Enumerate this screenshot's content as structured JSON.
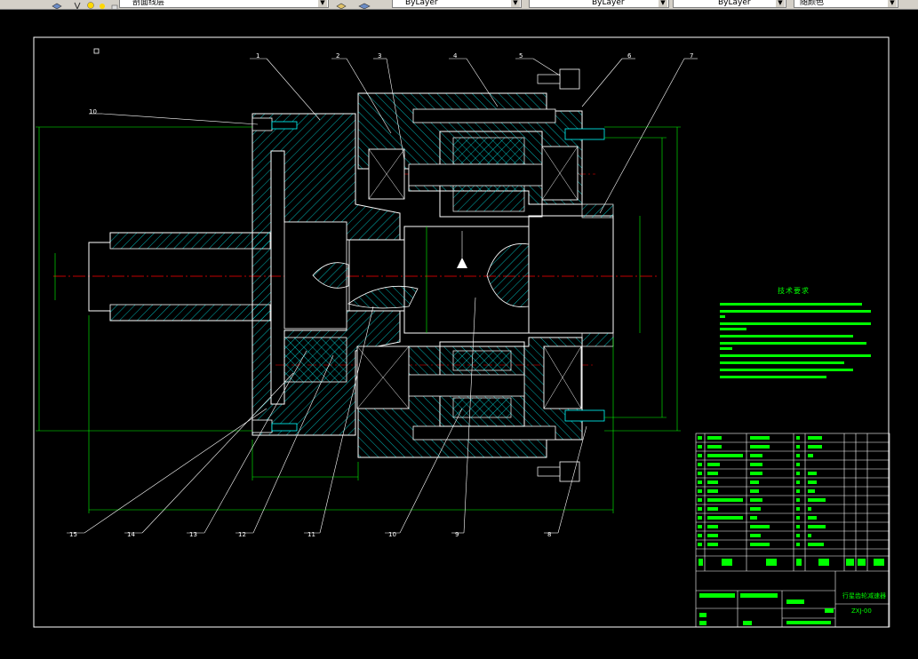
{
  "toolbar": {
    "layer_name": "剖面线层",
    "color_control": "ByLayer",
    "linetype_control": "ByLayer",
    "lineweight_control": "ByLayer",
    "plotstyle_control": "随颜色"
  },
  "drawing": {
    "technical_requirements": {
      "title": "技术要求"
    },
    "balloons_top": [
      "1",
      "2",
      "3",
      "4",
      "5",
      "6",
      "7"
    ],
    "balloons_left": [
      "10"
    ],
    "balloons_bottom": [
      "15",
      "14",
      "13",
      "12",
      "11",
      "10",
      "9",
      "8"
    ],
    "title_block": {
      "drawing_title": "行星齿轮减速器",
      "drawing_number": "ZXJ-00",
      "header_columns": [
        "序号",
        "代号",
        "名称",
        "数量",
        "材料",
        "单件重量",
        "总计重量",
        "备注"
      ]
    }
  },
  "colors": {
    "background": "#000000",
    "outline": "#ffffff",
    "hatch": "#00ffff",
    "centerline": "#ff0000",
    "dimension": "#00ff00",
    "toolbar": "#d4d0c8"
  }
}
